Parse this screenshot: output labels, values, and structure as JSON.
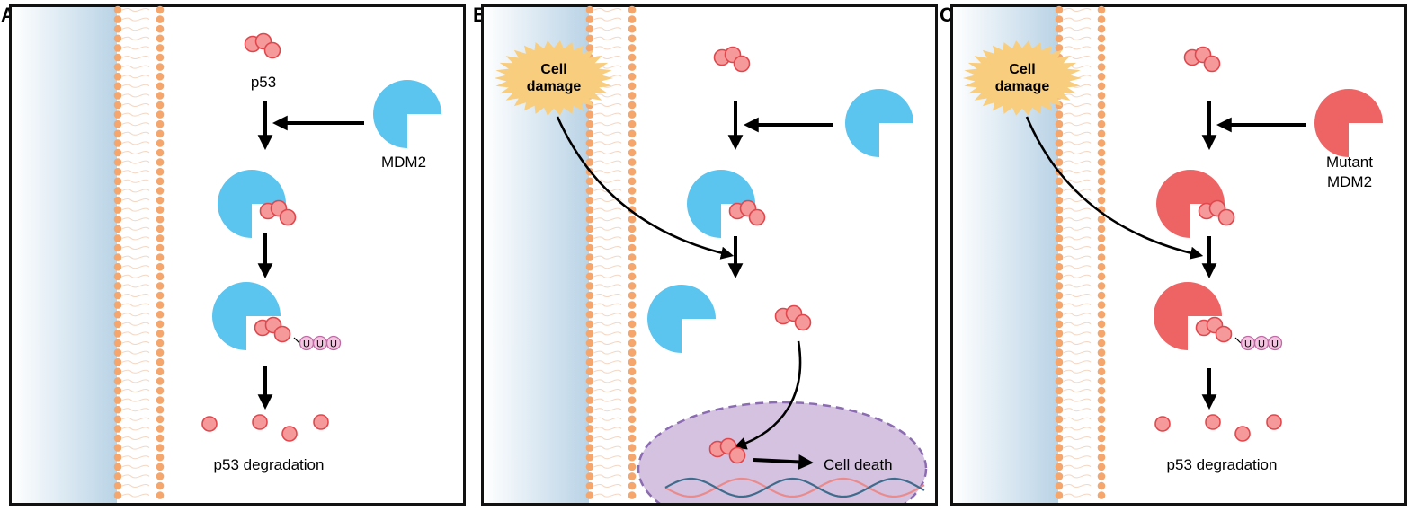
{
  "panels": [
    {
      "letter": "A",
      "labels": {
        "p53": "p53",
        "mdm2": "MDM2",
        "degradation": "p53 degradation"
      }
    },
    {
      "letter": "B",
      "labels": {
        "damage_line1": "Cell",
        "damage_line2": "damage",
        "death": "Cell death"
      }
    },
    {
      "letter": "C",
      "labels": {
        "damage_line1": "Cell",
        "damage_line2": "damage",
        "mutant_line1": "Mutant",
        "mutant_line2": "MDM2",
        "degradation": "p53 degradation"
      }
    }
  ],
  "ubiquitin_label": "U",
  "colors": {
    "mdm2": "#5bc4ef",
    "mutant_mdm2": "#ee6465",
    "p53_fill": "#f5999b",
    "p53_stroke": "#e0474c",
    "ubiquitin_fill": "#f2c4df",
    "ubiquitin_stroke": "#c06aa5",
    "membrane_dot": "#f5a66d",
    "nucleus_fill": "#d4c2e0",
    "nucleus_stroke": "#8b6bb1",
    "damage_fill": "#f8cd7e",
    "dna_red": "#e98b8c",
    "dna_blue": "#3f6b8c"
  }
}
